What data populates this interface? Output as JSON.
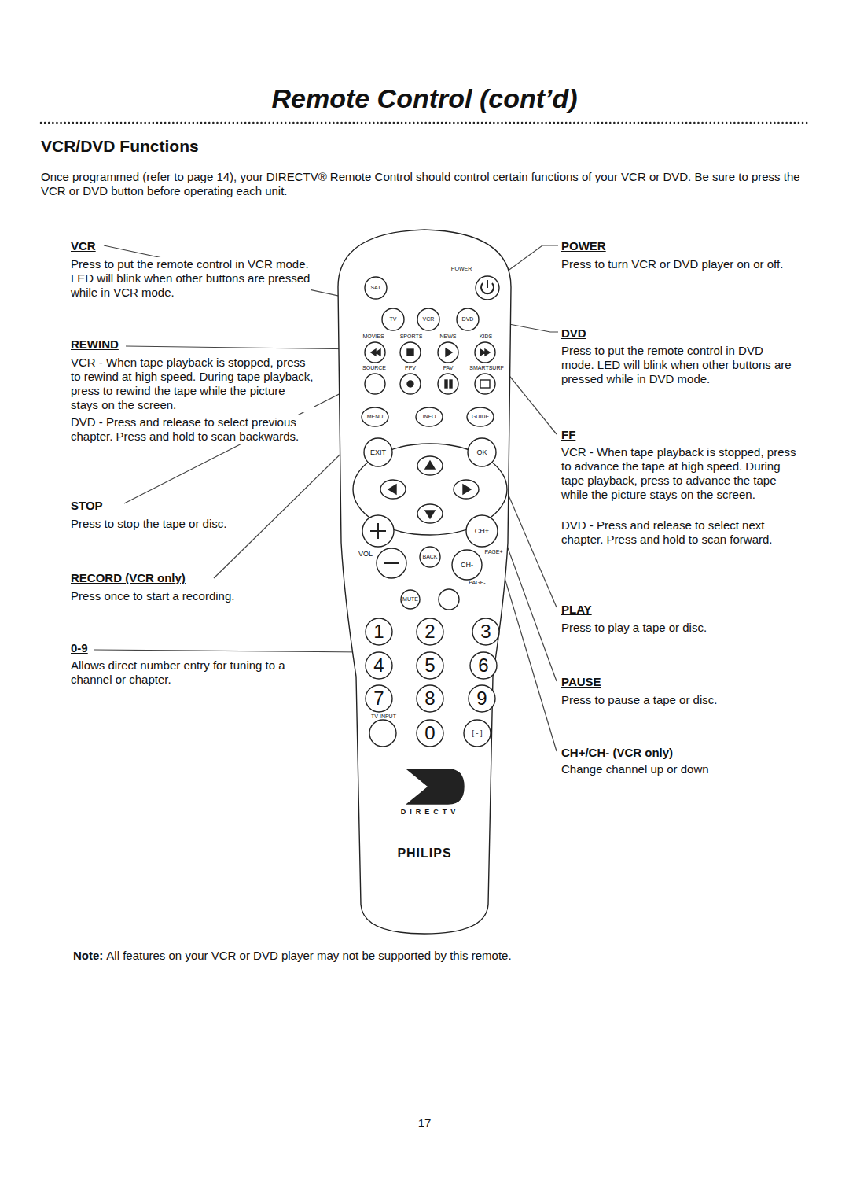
{
  "diagram": {
    "title": "Remote Control (cont’d)",
    "labels": [
      "VCR/DVD Functions",
      "Once programmed (refer to page 14), your DIRECTV® Remote Control should control certain functions of your VCR or DVD. Be sure to press the VCR or DVD button before operating each unit.",
      "VCR",
      "Press to put the remote control in VCR mode. LED will blink when other buttons are pressed while in VCR mode.",
      "REWIND",
      "VCR - When tape playback is stopped, press to rewind at high speed. During tape playback, press to rewind the tape while the picture stays on the screen.",
      "DVD - Press and release to select previous chapter. Press and hold to scan backwards.",
      "STOP",
      "Press to stop the tape or disc.",
      "RECORD (VCR only)",
      "Press once to start a recording.",
      "0-9",
      "Allows direct number entry for tuning to a channel or chapter.",
      "POWER",
      "Press to turn VCR or DVD player on or off.",
      "DVD",
      "Press to put the remote control in DVD mode. LED will blink when other buttons are pressed while in DVD mode.",
      "FF",
      "VCR - When tape playback is stopped, press to advance the tape at high speed. During tape playback, press to advance the tape while the picture stays on the screen.",
      "DVD - Press and release to select next chapter. Press and hold to scan forward.",
      "PLAY",
      "Press to play a tape or disc.",
      "PAUSE",
      "Press to pause a tape or disc.",
      "CH+/CH- (VCR only)",
      "Change channel up or down",
      "Note:",
      "All features on your VCR or DVD player may not be supported by this remote.",
      "17",
      "POWER",
      "SAT",
      "TV",
      "VCR",
      "DVD",
      "MOVIES",
      "SPORTS",
      "NEWS",
      "KIDS",
      "SOURCE",
      "PPV",
      "FAV",
      "SMARTSURF",
      "MENU",
      "INFO",
      "GUIDE",
      "EXIT",
      "OK",
      "CH+",
      "VOL",
      "BACK",
      "PAGE+",
      "CH-",
      "PAGE-",
      "MUTE",
      "1",
      "2",
      "3",
      "4",
      "5",
      "6",
      "7",
      "8",
      "9",
      "TV INPUT",
      "0",
      "[ - ]",
      "DIRECTV",
      "PHILIPS"
    ]
  }
}
